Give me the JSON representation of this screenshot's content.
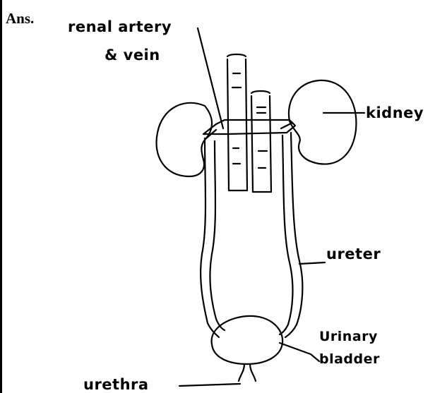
{
  "answer_label": "Ans.",
  "labels": {
    "renal_line1": "renal artery",
    "renal_line2": "& vein",
    "kidney": "kidney",
    "ureter": "ureter",
    "urinary": "Urinary",
    "bladder": "bladder",
    "urethra": "urethra"
  },
  "colors": {
    "ink": "#000000",
    "background": "#ffffff"
  }
}
